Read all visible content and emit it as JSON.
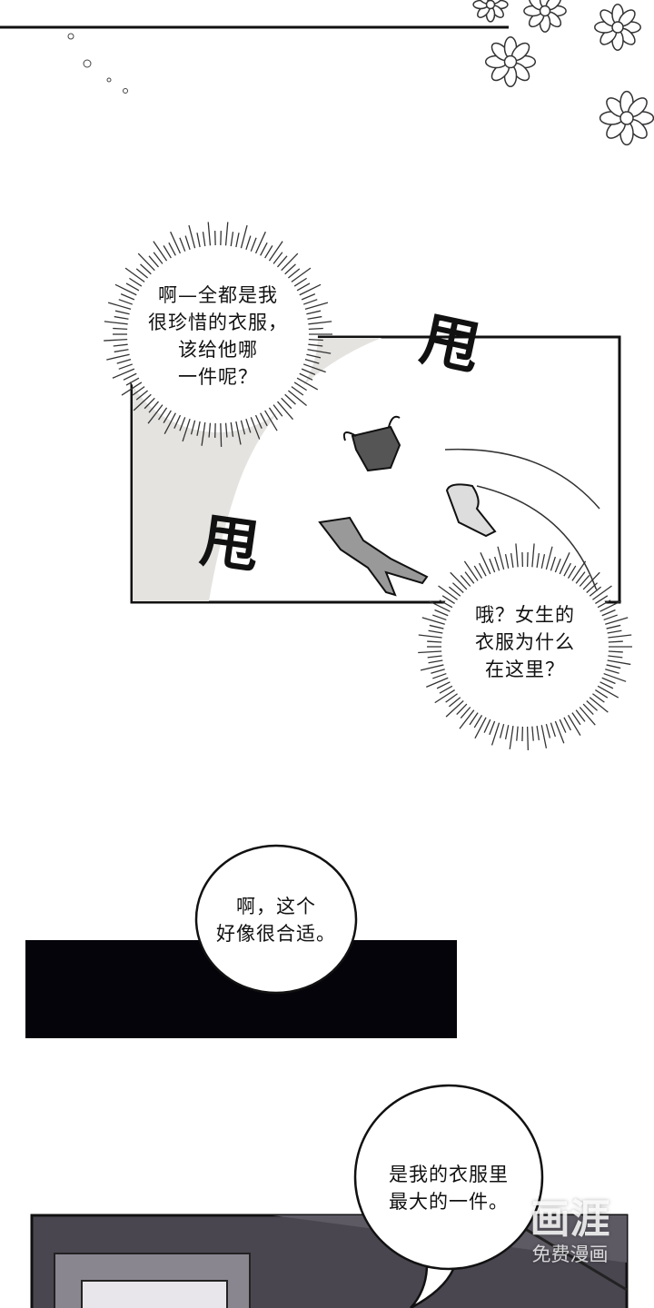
{
  "panels": [
    {
      "id": "top-flowers"
    },
    {
      "id": "clothes-toss",
      "sfx": [
        "甩",
        "甩"
      ]
    },
    {
      "id": "black-strip"
    },
    {
      "id": "room-bottom"
    }
  ],
  "bubbles": {
    "thought_1": [
      "啊—全都是我",
      "很珍惜的衣服，",
      "该给他哪",
      "一件呢？"
    ],
    "thought_2": [
      "哦？女生的",
      "衣服为什么",
      "在这里？"
    ],
    "speech_1": [
      "啊，这个",
      "好像很合适。"
    ],
    "speech_2": [
      "是我的衣服里",
      "最大的一件。"
    ]
  },
  "watermark": {
    "logo": "画涯",
    "tagline": "免费漫画"
  },
  "colors": {
    "ink": "#111111",
    "panel_gray": "#e4e3e0",
    "black_strip": "#05040a",
    "room": "#4a4650"
  }
}
